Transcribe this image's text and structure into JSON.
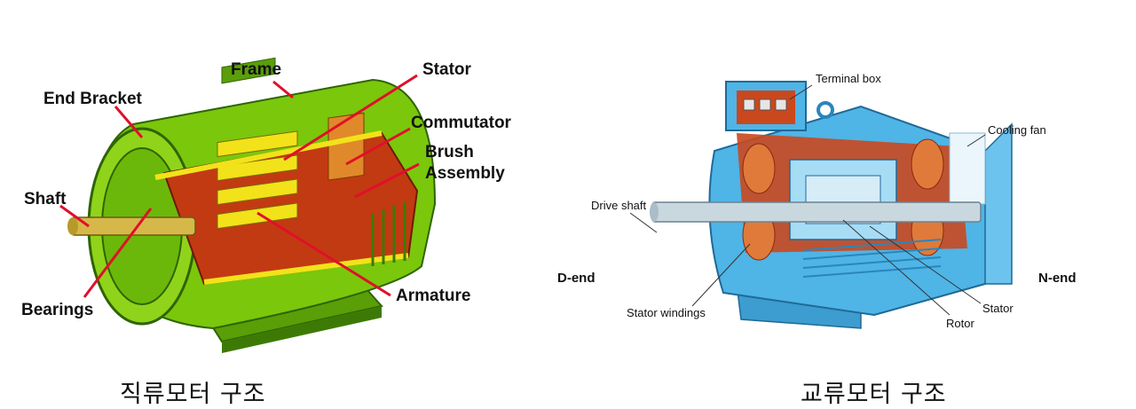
{
  "dc_motor": {
    "labels": {
      "frame": "Frame",
      "stator": "Stator",
      "end_bracket": "End Bracket",
      "commutator": "Commutator",
      "brush_assembly_line1": "Brush",
      "brush_assembly_line2": "Assembly",
      "shaft": "Shaft",
      "bearings": "Bearings",
      "armature": "Armature"
    },
    "caption": "직류모터 구조",
    "colors": {
      "body": "#7ac70c",
      "dark": "#3d7a05",
      "highlight": "#f2e21a",
      "interior": "#c23a12",
      "leader": "#e0102a"
    }
  },
  "ac_motor": {
    "labels": {
      "terminal_box": "Terminal box",
      "cooling_fan": "Cooling fan",
      "drive_shaft": "Drive shaft",
      "d_end": "D-end",
      "n_end": "N-end",
      "stator_windings": "Stator windings",
      "stator": "Stator",
      "rotor": "Rotor"
    },
    "caption": "교류모터 구조",
    "colors": {
      "body": "#4fb4e6",
      "light": "#a7dcf5",
      "winding": "#c9481e",
      "shaft": "#c9d7df"
    }
  }
}
